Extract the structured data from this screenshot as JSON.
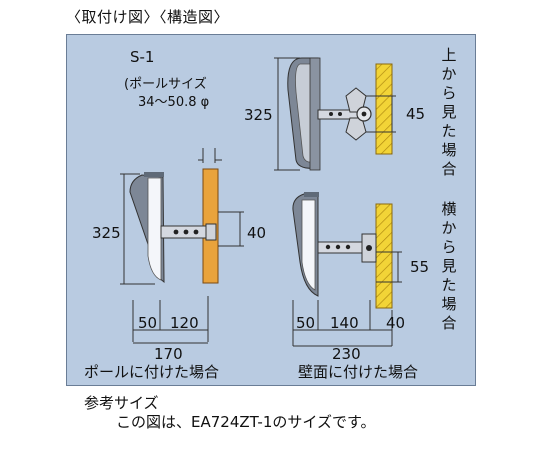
{
  "header": {
    "title": "〈取付け図〉〈構造図〉"
  },
  "model_code": "S-1",
  "pole_size": {
    "line1": "ポールサイズ",
    "line2": "34～50.8 φ"
  },
  "pole_mount": {
    "height": "325",
    "arm_offset": "40",
    "dim_a": "50",
    "dim_b": "120",
    "total_width": "170",
    "caption": "ポールに付けた場合"
  },
  "top_view": {
    "height": "325",
    "offset": "45",
    "caption": [
      "上",
      "か",
      "ら",
      "見",
      "た",
      "場",
      "合"
    ]
  },
  "wall_mount": {
    "offset": "55",
    "dim_a": "50",
    "dim_b": "140",
    "dim_c": "40",
    "total_width": "230",
    "caption": "壁面に付けた場合"
  },
  "side_view": {
    "caption": [
      "横",
      "か",
      "ら",
      "見",
      "た",
      "場",
      "合"
    ]
  },
  "notes": {
    "heading": "参考サイズ",
    "text": "この図は、EA724ZT-1のサイズです。"
  },
  "colors": {
    "panel_bg": "#b9cbe1",
    "pole_orange": "#e9a33c",
    "wall_yellow": "#f2d437",
    "mirror_white": "#f4f6fa",
    "frame_gray": "#7d8796"
  }
}
